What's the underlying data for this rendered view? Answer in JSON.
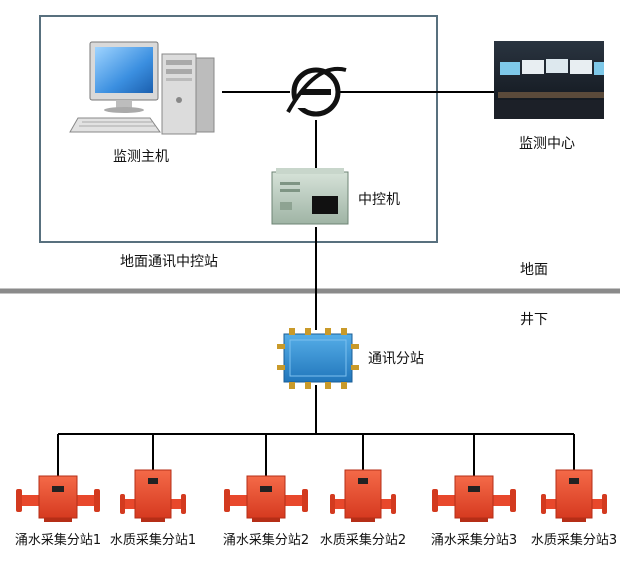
{
  "labels": {
    "host": "监测主机",
    "center": "监测中心",
    "controller": "中控机",
    "surface_station": "地面通讯中控站",
    "surface": "地面",
    "underground": "井下",
    "substation": "通讯分站"
  },
  "stations": [
    {
      "label": "涌水采集分站1",
      "kind": "inflow"
    },
    {
      "label": "水质采集分站1",
      "kind": "quality"
    },
    {
      "label": "涌水采集分站2",
      "kind": "inflow"
    },
    {
      "label": "水质采集分站2",
      "kind": "quality"
    },
    {
      "label": "涌水采集分站3",
      "kind": "inflow"
    },
    {
      "label": "水质采集分站3",
      "kind": "quality"
    }
  ],
  "colors": {
    "frame": "#58707e",
    "ground_line": "#8a8a8a",
    "wire": "#000000",
    "station_red": "#e8482c",
    "substation_blue": "#2f8fd1",
    "controller_green": "#b9c9bd"
  },
  "icons": {
    "host": "desktop-computer-icon",
    "network": "ie-network-icon",
    "center": "monitoring-center-photo",
    "controller": "industrial-computer-icon",
    "substation": "junction-box-icon",
    "station": "flow-sensor-icon"
  }
}
